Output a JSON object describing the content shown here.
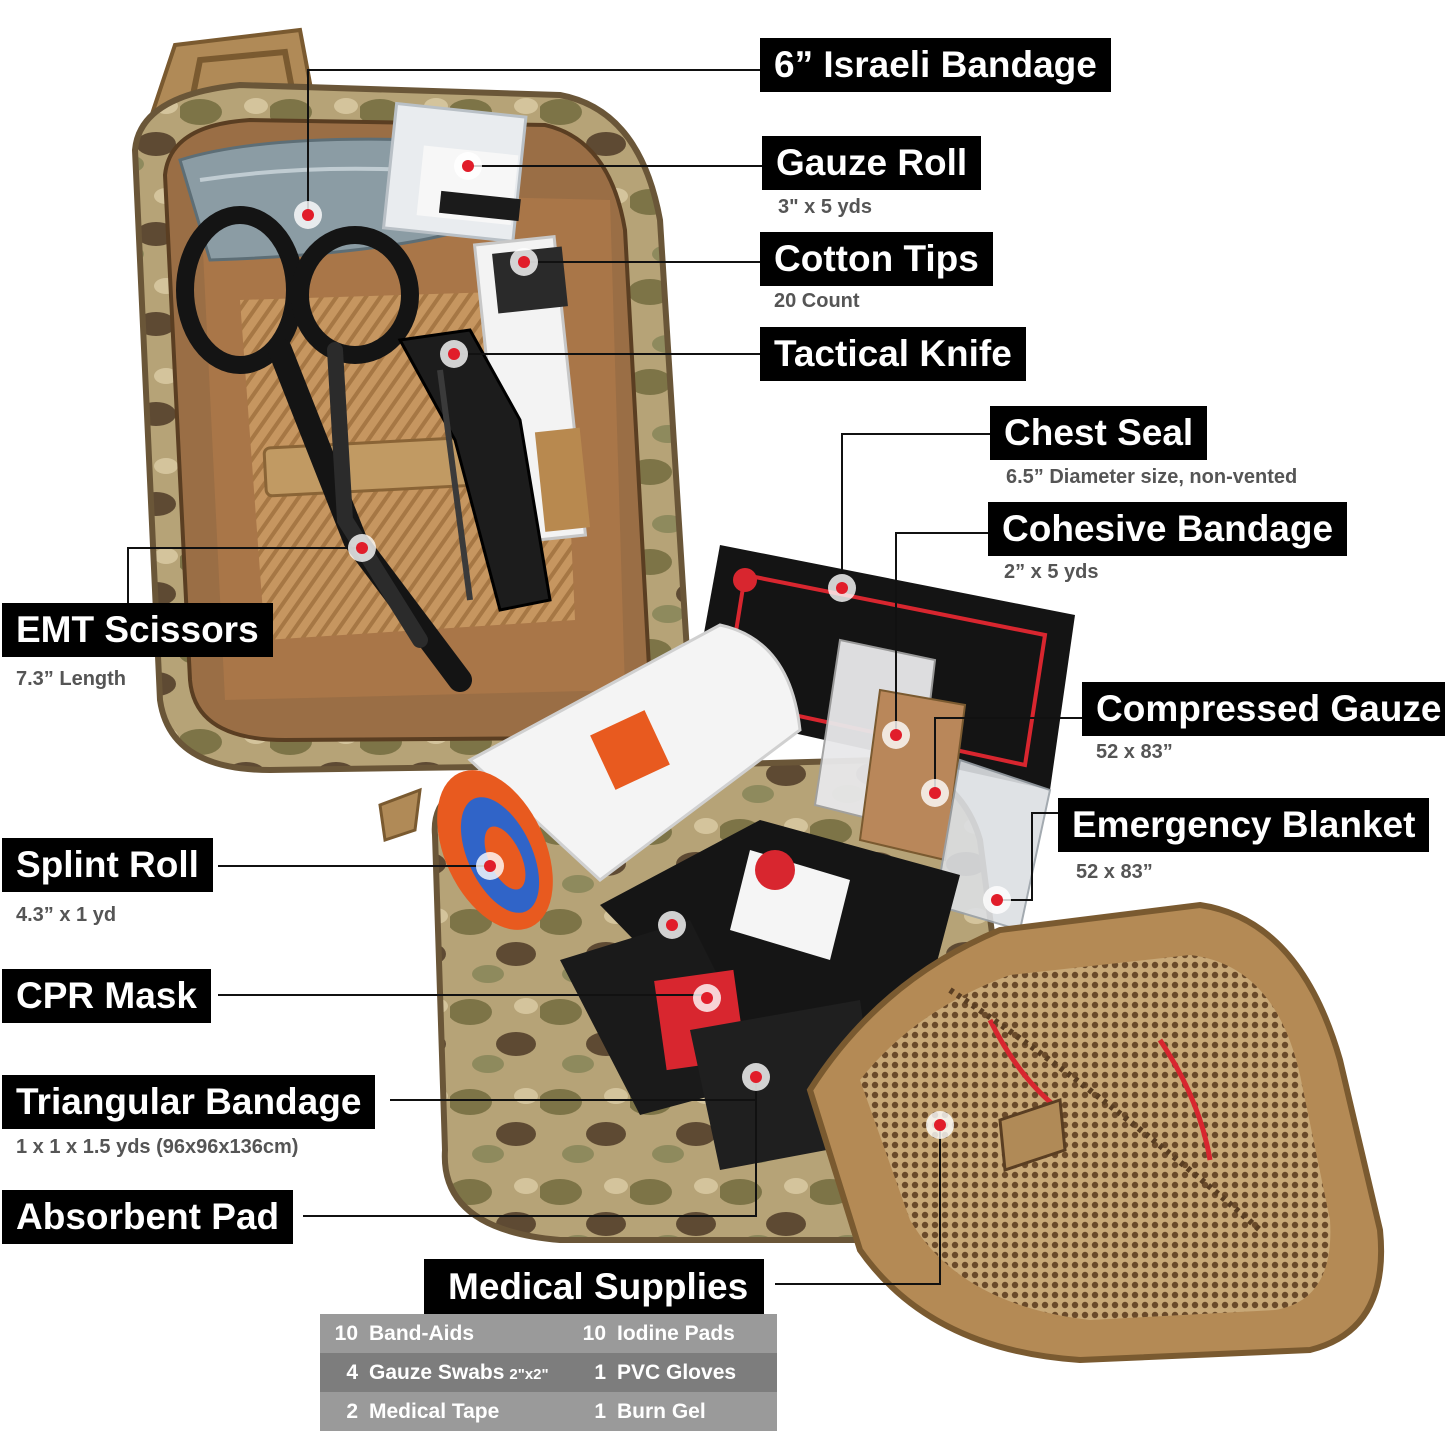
{
  "labels": [
    {
      "title": "6” Israeli Bandage",
      "sub": ""
    },
    {
      "title": "Gauze Roll",
      "sub": "3\" x 5 yds"
    },
    {
      "title": "Cotton Tips",
      "sub": "20 Count"
    },
    {
      "title": "Tactical Knife",
      "sub": ""
    },
    {
      "title": "Chest Seal",
      "sub": "6.5” Diameter size, non-vented"
    },
    {
      "title": "Cohesive Bandage",
      "sub": "2” x 5 yds"
    },
    {
      "title": "Compressed Gauze",
      "sub": "52 x 83”"
    },
    {
      "title": "Emergency Blanket",
      "sub": "52 x 83”"
    },
    {
      "title": "EMT Scissors",
      "sub": "7.3” Length"
    },
    {
      "title": "Splint Roll",
      "sub": "4.3” x 1 yd"
    },
    {
      "title": "CPR Mask",
      "sub": ""
    },
    {
      "title": "Triangular Bandage",
      "sub": "1 x 1 x 1.5 yds (96x96x136cm)"
    },
    {
      "title": "Absorbent Pad",
      "sub": ""
    },
    {
      "title": "Medical Supplies",
      "sub": ""
    }
  ],
  "supplies": {
    "rows": [
      [
        {
          "qty": "10",
          "name": "Band-Aids",
          "note": ""
        },
        {
          "qty": "10",
          "name": "Iodine Pads",
          "note": ""
        }
      ],
      [
        {
          "qty": "4",
          "name": "Gauze Swabs",
          "note": "2\"x2\""
        },
        {
          "qty": "1",
          "name": "PVC Gloves",
          "note": ""
        }
      ],
      [
        {
          "qty": "2",
          "name": "Medical Tape",
          "note": ""
        },
        {
          "qty": "1",
          "name": "Burn Gel",
          "note": ""
        }
      ]
    ]
  },
  "colors": {
    "label_bg": "#000000",
    "label_text": "#ffffff",
    "marker": "#e11d2a",
    "coyote": "#b08a57",
    "dark_coyote": "#7a5a30",
    "camo_green": "#7f7a4a",
    "table_light": "#9a9a9a",
    "table_dark": "#7d7d7d"
  }
}
